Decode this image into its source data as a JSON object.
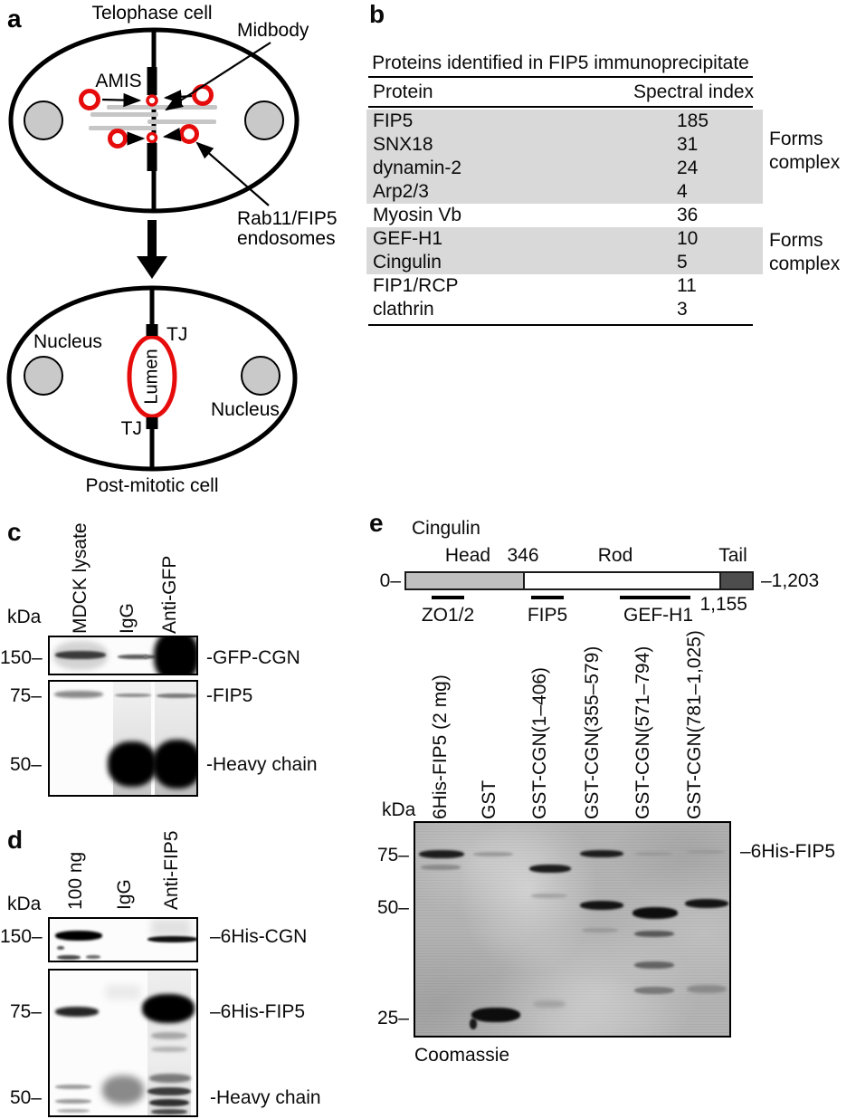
{
  "figure": {
    "colors": {
      "accent_red": "#e60c0c",
      "nucleus_gray": "#c9c9c9",
      "table_shade": "#d9d9d9",
      "head_gray": "#c0c0c0",
      "tail_gray": "#4d4d4d"
    },
    "panel_a": {
      "label": "a",
      "telophase": {
        "title": "Telophase cell",
        "amis": "AMIS",
        "midbody": "Midbody",
        "endosomes_line1": "Rab11/FIP5",
        "endosomes_line2": "endosomes"
      },
      "postmitotic": {
        "title": "Post-mitotic cell",
        "nucleus_left": "Nucleus",
        "nucleus_right": "Nucleus",
        "tj_top": "TJ",
        "tj_bottom": "TJ",
        "lumen": "Lumen"
      }
    },
    "panel_b": {
      "label": "b",
      "title": "Proteins identified in FIP5 immunoprecipitate",
      "col_protein": "Protein",
      "col_value": "Spectral index",
      "rows": [
        {
          "protein": "FIP5",
          "value": "185",
          "shaded": true
        },
        {
          "protein": "SNX18",
          "value": "31",
          "shaded": true
        },
        {
          "protein": "dynamin-2",
          "value": "24",
          "shaded": true
        },
        {
          "protein": "Arp2/3",
          "value": "4",
          "shaded": true
        },
        {
          "protein": "Myosin Vb",
          "value": "36",
          "shaded": false
        },
        {
          "protein": "GEF-H1",
          "value": "10",
          "shaded": true
        },
        {
          "protein": "Cingulin",
          "value": "5",
          "shaded": true
        },
        {
          "protein": "FIP1/RCP",
          "value": "11",
          "shaded": false
        },
        {
          "protein": "clathrin",
          "value": "3",
          "shaded": false
        }
      ],
      "annotation1_line1": "Forms",
      "annotation1_line2": "complex",
      "annotation2_line1": "Forms",
      "annotation2_line2": "complex"
    },
    "panel_c": {
      "label": "c",
      "kda": "kDa",
      "lane1": "MDCK lysate",
      "lane2": "IgG",
      "lane3": "Anti-GFP",
      "marker_150": "150–",
      "marker_75": "75–",
      "marker_50": "50–",
      "band1": "-GFP-CGN",
      "band2": "-FIP5",
      "band3": "-Heavy chain"
    },
    "panel_d": {
      "label": "d",
      "kda": "kDa",
      "lane1": "100 ng",
      "lane2": "IgG",
      "lane3": "Anti-FIP5",
      "marker_150": "150–",
      "marker_75": "75–",
      "marker_50": "50–",
      "band1": "–6His-CGN",
      "band2": "–6His-FIP5",
      "band3": "-Heavy chain"
    },
    "panel_e": {
      "label": "e",
      "title": "Cingulin",
      "domain": {
        "head": "Head",
        "rod": "Rod",
        "tail": "Tail",
        "start": "0–",
        "head_end": "346",
        "tail_start": "1,155",
        "end": "–1,203",
        "site1": "ZO1/2",
        "site2": "FIP5",
        "site3": "GEF-H1"
      },
      "gel": {
        "kda": "kDa",
        "lane1": "6His-FIP5 (2 mg)",
        "lane2": "GST",
        "lane3": "GST-CGN(1–406)",
        "lane4": "GST-CGN(355–579)",
        "lane5": "GST-CGN(571–794)",
        "lane6": "GST-CGN(781–1,025)",
        "marker_75": "75–",
        "marker_50": "50–",
        "marker_25": "25–",
        "band_label": "–6His-FIP5",
        "caption": "Coomassie"
      }
    }
  }
}
